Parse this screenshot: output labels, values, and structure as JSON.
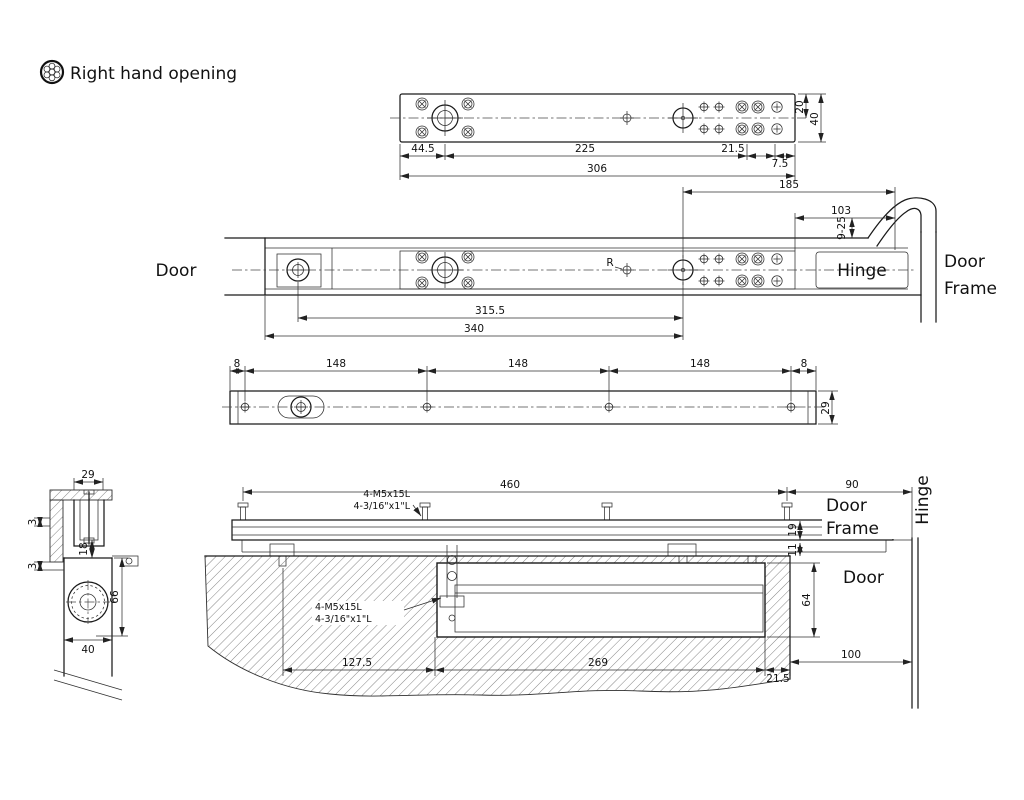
{
  "title": "Right hand opening",
  "top_view": {
    "dims": {
      "d1": "44.5",
      "d2": "225",
      "d3": "21.5",
      "d4": "7.5",
      "total": "306",
      "half_h": "20",
      "full_h": "40"
    }
  },
  "plan_view": {
    "labels": {
      "door": "Door",
      "hinge": "Hinge",
      "frame_line1": "Door",
      "frame_line2": "Frame",
      "radius": "R"
    },
    "dims": {
      "d185": "185",
      "d103": "103",
      "d9_25": "9-25",
      "d315_5": "315.5",
      "d340": "340"
    }
  },
  "rail_view": {
    "dims": {
      "end_left": "8",
      "s1": "148",
      "s2": "148",
      "s3": "148",
      "end_right": "8",
      "height": "29"
    }
  },
  "left_section": {
    "dims": {
      "d29": "29",
      "d3_top": "3",
      "d18": "18",
      "d3_bot": "3",
      "d66": "66",
      "d40": "40"
    }
  },
  "main_section": {
    "labels": {
      "frame_line1": "Door",
      "frame_line2": "Frame",
      "door": "Door",
      "hinge": "Hinge"
    },
    "annotations": {
      "top_line1": "4-M5x15L",
      "top_line2": "4-3/16\"x1\"L",
      "bottom_line1": "4-M5x15L",
      "bottom_line2": "4-3/16\"x1\"L"
    },
    "dims": {
      "d460": "460",
      "d90": "90",
      "d19": "19",
      "d11": "11",
      "d64": "64",
      "d127_5": "127.5",
      "d269": "269",
      "d21_5": "21.5",
      "d100": "100"
    }
  }
}
